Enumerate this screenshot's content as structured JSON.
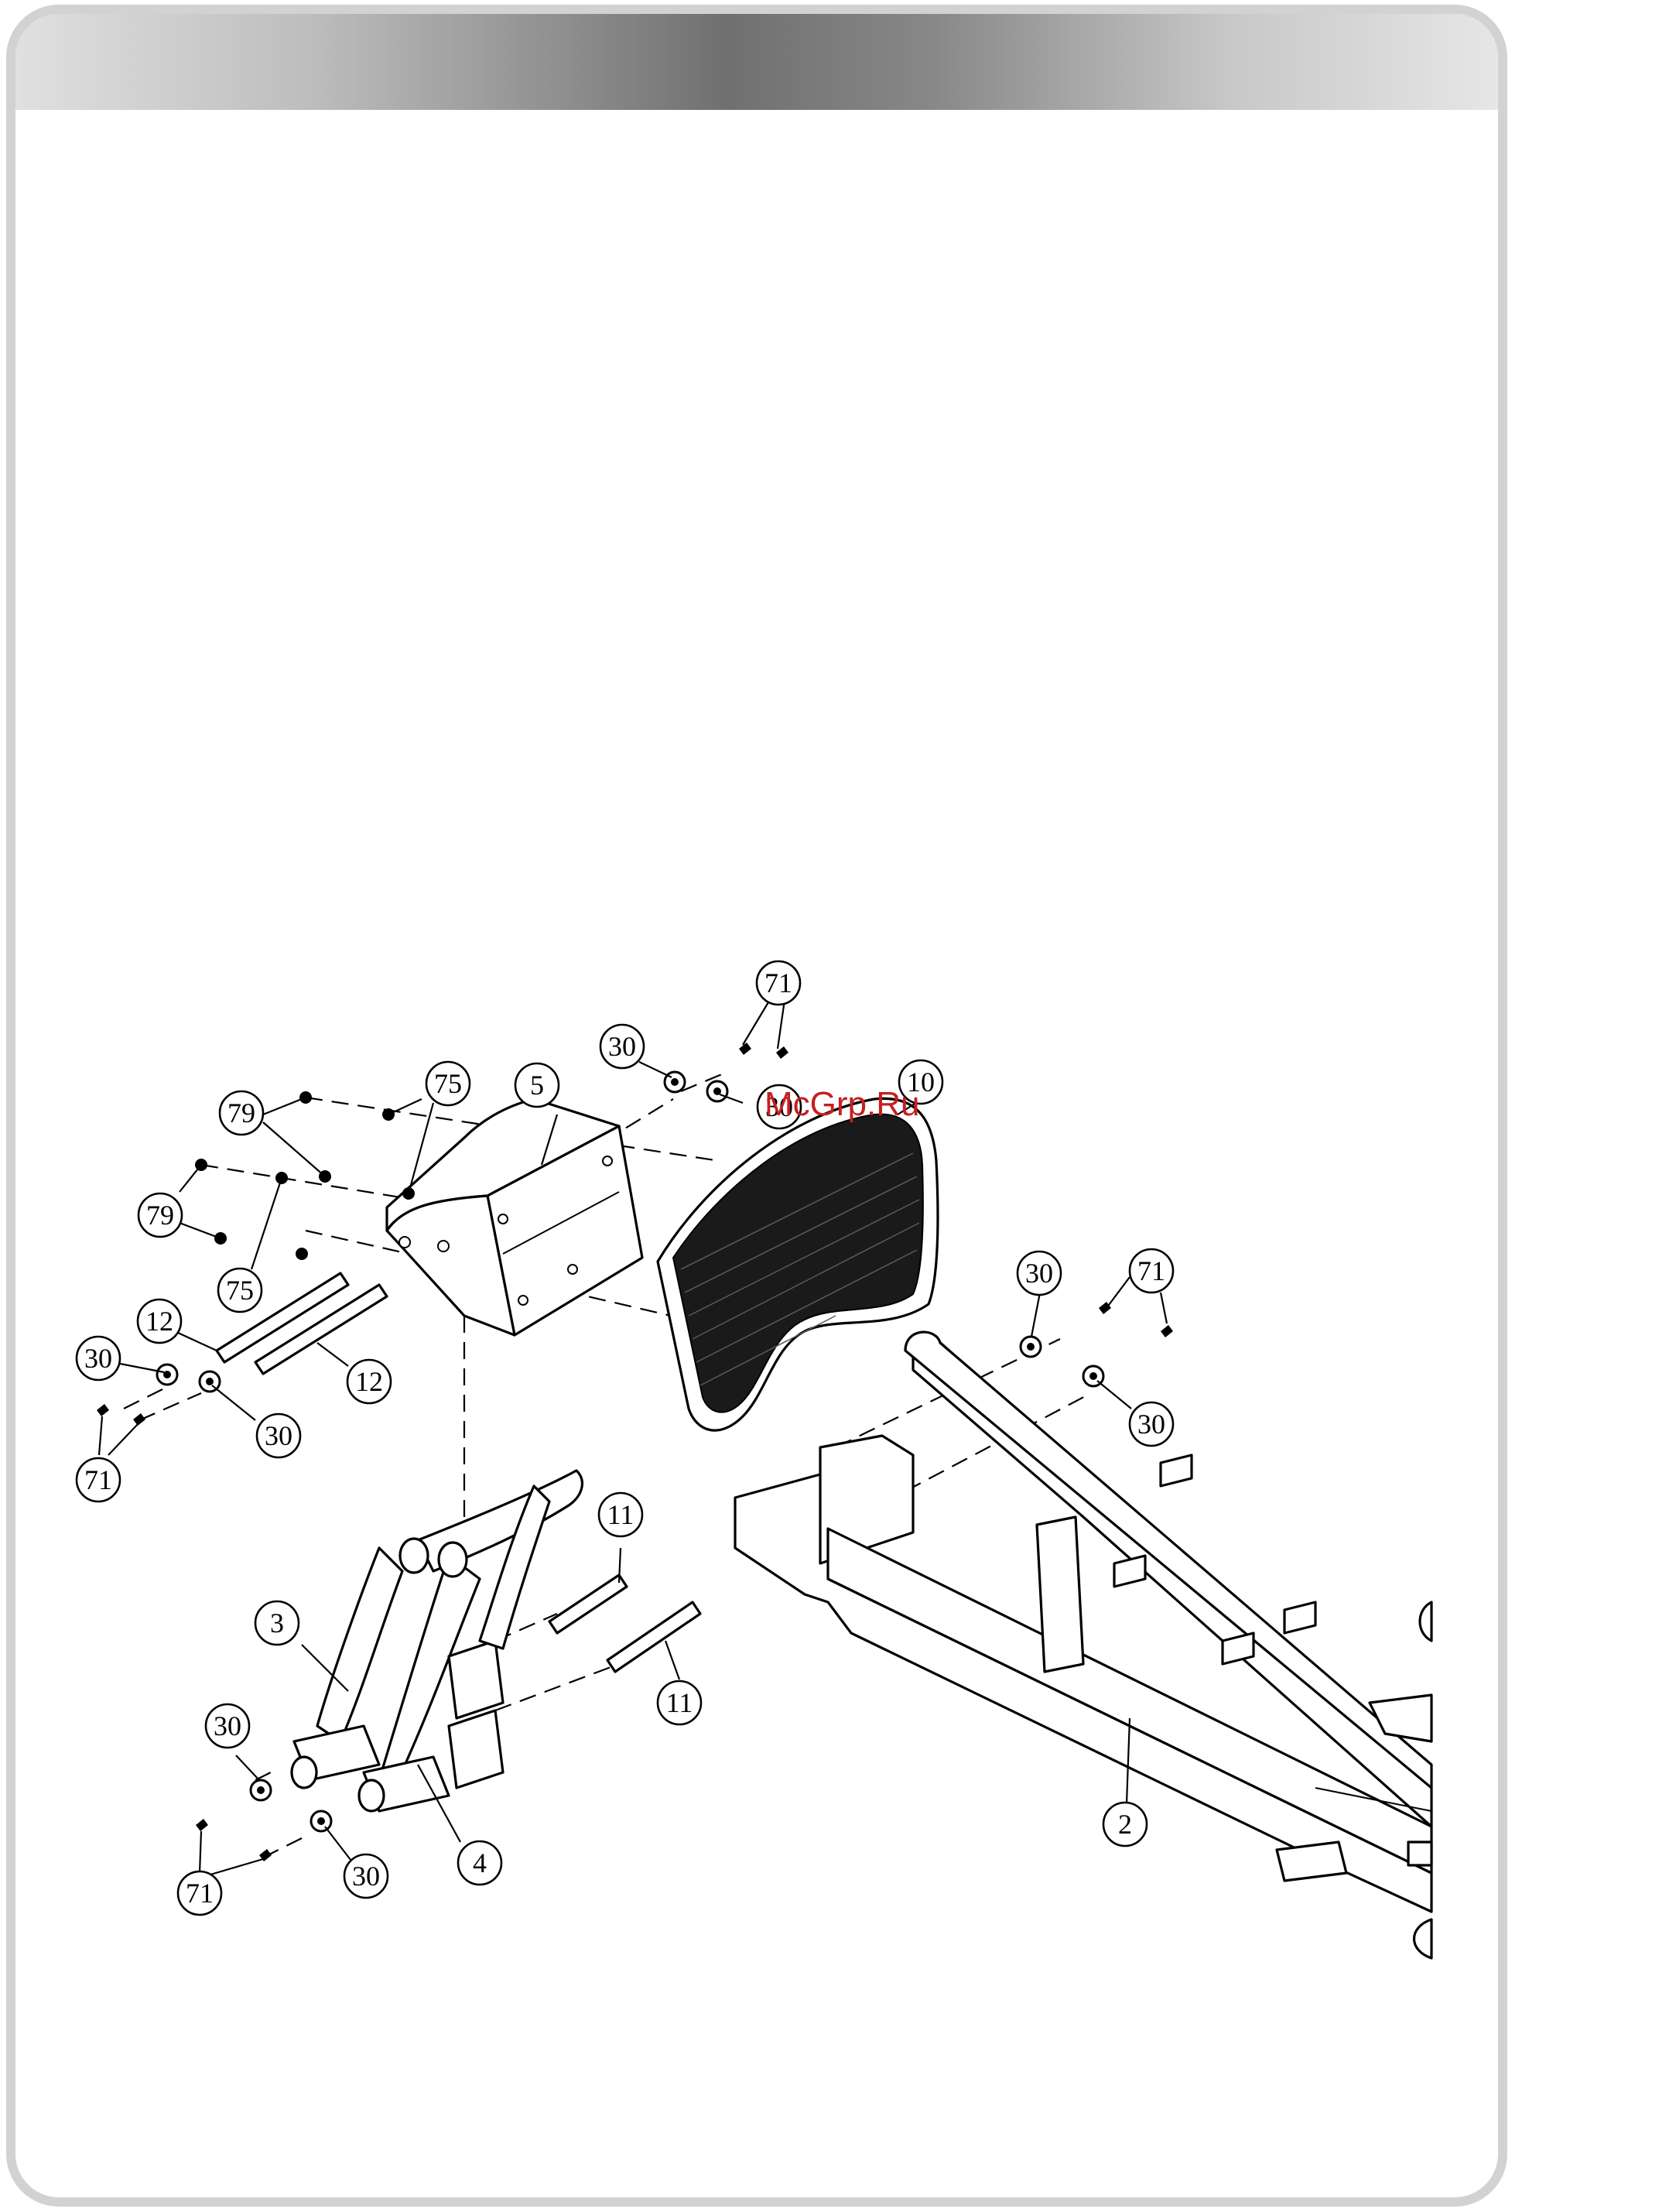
{
  "watermark": "McGrp.Ru",
  "colors": {
    "frame": "#d2d2d2",
    "header_gradient_dark": "#707070",
    "watermark": "#c81e1e"
  },
  "callouts": [
    {
      "label": "71"
    },
    {
      "label": "30"
    },
    {
      "label": "30"
    },
    {
      "label": "75"
    },
    {
      "label": "5"
    },
    {
      "label": "10"
    },
    {
      "label": "79"
    },
    {
      "label": "79"
    },
    {
      "label": "75"
    },
    {
      "label": "12"
    },
    {
      "label": "12"
    },
    {
      "label": "30"
    },
    {
      "label": "30"
    },
    {
      "label": "71"
    },
    {
      "label": "30"
    },
    {
      "label": "71"
    },
    {
      "label": "30"
    },
    {
      "label": "11"
    },
    {
      "label": "11"
    },
    {
      "label": "3"
    },
    {
      "label": "30"
    },
    {
      "label": "4"
    },
    {
      "label": "30"
    },
    {
      "label": "71"
    },
    {
      "label": "2"
    }
  ]
}
